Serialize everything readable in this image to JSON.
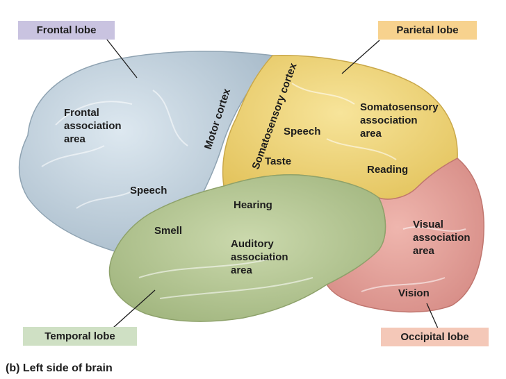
{
  "caption": "(b) Left side of brain",
  "lobes": {
    "frontal": "Frontal lobe",
    "parietal": "Parietal lobe",
    "temporal": "Temporal lobe",
    "occipital": "Occipital lobe"
  },
  "areas": {
    "frontal_association": "Frontal\nassociation\narea",
    "motor_cortex": "Motor cortex",
    "somatosensory_cortex": "Somatosensory cortex",
    "somatosensory_association": "Somatosensory\nassociation\narea",
    "speech_parietal": "Speech",
    "taste": "Taste",
    "reading": "Reading",
    "speech_frontal": "Speech",
    "hearing": "Hearing",
    "smell": "Smell",
    "auditory_association": "Auditory\nassociation\narea",
    "visual_association": "Visual\nassociation\narea",
    "vision": "Vision"
  },
  "colors": {
    "frontal": "#c6d6e2",
    "parietal": "#f2d77a",
    "temporal": "#b9cb98",
    "occipital": "#e6a09a",
    "frontal_box": "#c9c3e0",
    "parietal_box": "#f7d28e",
    "temporal_box": "#cfe0c4",
    "occipital_box": "#f4c8b8"
  }
}
